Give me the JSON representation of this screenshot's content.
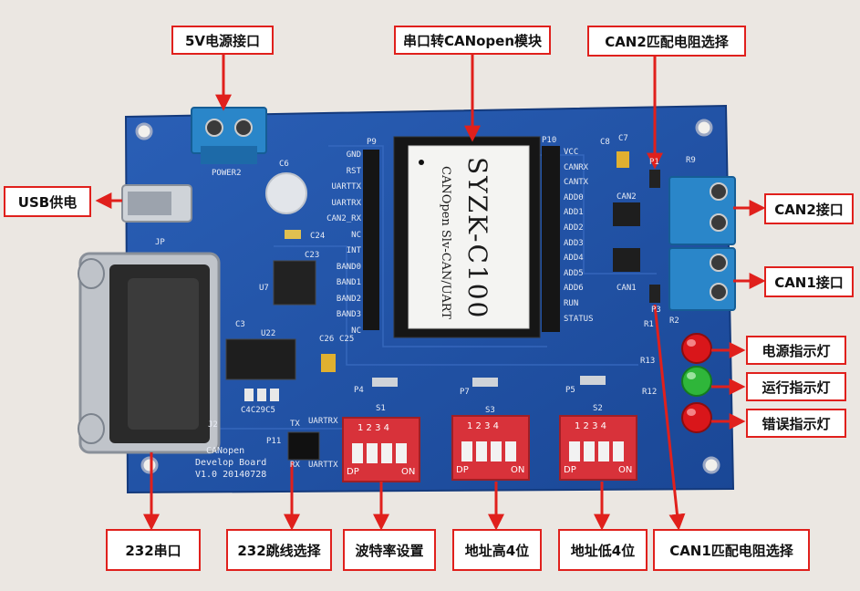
{
  "callouts": {
    "power5v": "5V电源接口",
    "module": "串口转CANopen模块",
    "can2_term": "CAN2匹配电阻选择",
    "usb": "USB供电",
    "can2_port": "CAN2接口",
    "can1_port": "CAN1接口",
    "power_led": "电源指示灯",
    "run_led": "运行指示灯",
    "err_led": "错误指示灯",
    "serial232": "232串口",
    "jumper232": "232跳线选择",
    "baud": "波特率设置",
    "addr_high": "地址高4位",
    "addr_low": "地址低4位",
    "can1_term": "CAN1匹配电阻选择"
  },
  "chip": {
    "model": "SYZK-C100",
    "desc": "CANOpen Slv-CAN/UART"
  },
  "silk": {
    "p9": "P9",
    "p9_pins": [
      "GND",
      "RST",
      "UARTTX",
      "UARTRX",
      "CAN2_RX",
      "NC",
      "INT",
      "BAND0",
      "BAND1",
      "BAND2",
      "BAND3",
      "NC"
    ],
    "p10": "P10",
    "p10_pins": [
      "VCC",
      "CANRX",
      "CANTX",
      "ADD0",
      "ADD1",
      "ADD2",
      "ADD3",
      "ADD4",
      "ADD5",
      "ADD6",
      "RUN",
      "STATUS"
    ],
    "power2": "POWER2",
    "jp": "JP",
    "c6": "C6",
    "c24": "C24",
    "c23": "C23",
    "u7": "U7",
    "c3": "C3",
    "u22": "U22",
    "c26": "C26",
    "c25": "C25",
    "c4c29c5": "C4C29C5",
    "j2": "J2",
    "p11": "P11",
    "tx": "TX",
    "rx": "RX",
    "uartrx": "UARTRX",
    "uarttx": "UARTTX",
    "board_name": "CANopen",
    "board_desc": "Develop Board",
    "board_ver": "V1.0 20140728",
    "c8": "C8",
    "c7": "C7",
    "can2": "CAN2",
    "can1": "CAN1",
    "p1": "P1",
    "p3": "P3",
    "r9": "R9",
    "r1": "R1",
    "r2": "R2",
    "r13": "R13",
    "r12": "R12",
    "p4": "P4",
    "p7": "P7",
    "p5": "P5",
    "s1": "S1",
    "s3": "S3",
    "s2": "S2",
    "dip_nums": "1 2 3 4",
    "dip_on": "ON",
    "dip_dp": "DP"
  },
  "colors": {
    "pcb": "#1d4fa3",
    "callout_border": "#e0201c",
    "arrow": "#e0201c",
    "dip_red": "#d8323a",
    "terminal_blue": "#2a86c9",
    "led_red": "#d9161a",
    "led_green": "#2fb63a"
  }
}
